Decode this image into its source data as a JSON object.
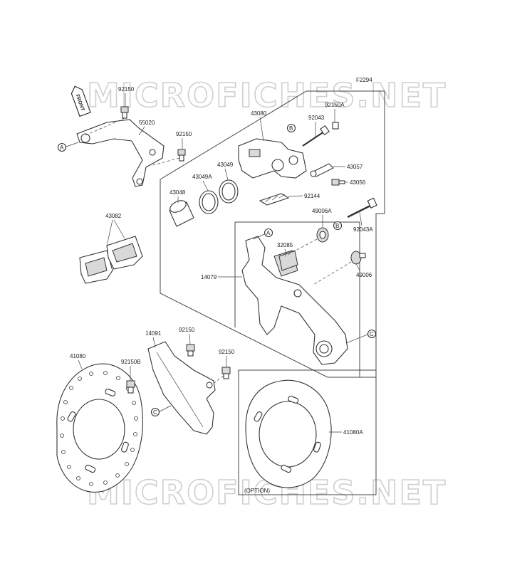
{
  "figure_code": "F2294",
  "watermark": "MICROFICHES.NET",
  "front_tag": "FRONT",
  "option_note": "(OPTION)",
  "callouts": [
    "A",
    "B",
    "C"
  ],
  "parts": {
    "p92150_top": "92150",
    "p55020": "55020",
    "p92150_mid": "92150",
    "p43080": "43080",
    "p92043": "92043",
    "p92150A": "92150A",
    "p43057": "43057",
    "p43056": "43056",
    "p43049A": "43049A",
    "p43049": "43049",
    "p43048": "43048",
    "p92144": "92144",
    "p43082": "43082",
    "p49006A": "49006A",
    "p92043A": "92043A",
    "p32085": "32085",
    "p14079": "14079",
    "p49006": "49006",
    "p14091": "14091",
    "p92150_low": "92150",
    "p92150_low2": "92150",
    "p41080": "41080",
    "p92150B": "92150B",
    "p41080A": "41080A"
  }
}
